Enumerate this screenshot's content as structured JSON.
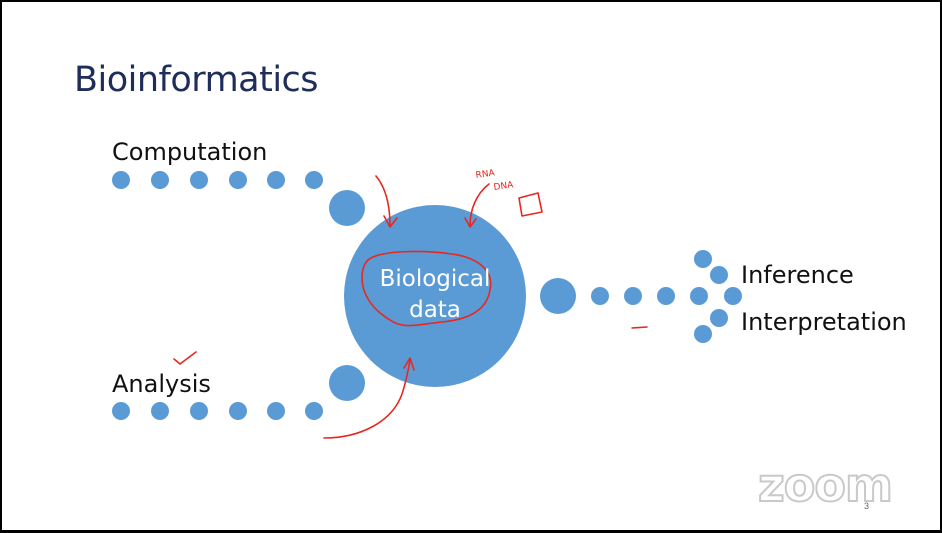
{
  "title": "Bioinformatics",
  "labels": {
    "computation": "Computation",
    "analysis": "Analysis",
    "center_line1": "Biological",
    "center_line2": "data",
    "inference": "Inference",
    "interpretation": "Interpretation"
  },
  "annotations": {
    "rna": "RNA",
    "dna": "DNA"
  },
  "watermark": "zoom",
  "page_number": "3",
  "colors": {
    "node": "#5b9bd5",
    "title": "#1f2d5a",
    "annotation": "#e8281f"
  }
}
